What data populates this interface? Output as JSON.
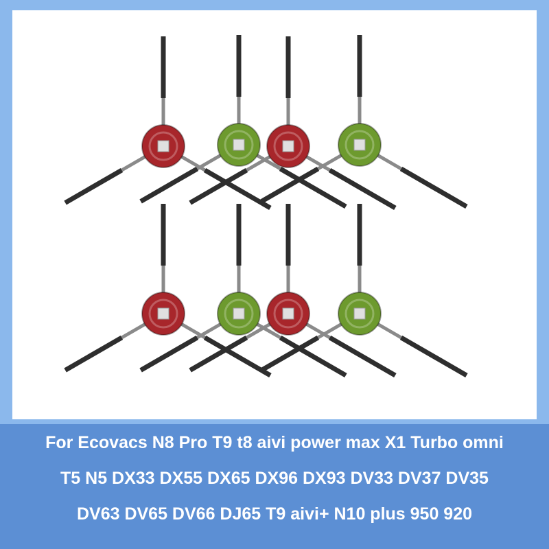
{
  "caption": {
    "lines": [
      "For Ecovacs N8 Pro T9 t8 aivi power max X1 Turbo omni",
      "T5 N5 DX33 DX55 DX65 DX96 DX93 DV33 DV37 DV35",
      "DV63 DV65 DV66 DJ65 T9 aivi+ N10 plus 950 920"
    ]
  },
  "colors": {
    "frame": "#8bb8ec",
    "caption_background": "#5c8fd4",
    "photo_background": "#ffffff",
    "brush_hub_red": "#a8262b",
    "brush_hub_green": "#6d9a2e",
    "brush_arm": "#8a8a8a",
    "brush_bristles": "#2e2e2e"
  },
  "product_photo": {
    "items": [
      {
        "item": "side-brush",
        "hub_color": "red"
      },
      {
        "item": "side-brush",
        "hub_color": "green"
      },
      {
        "item": "side-brush",
        "hub_color": "red"
      },
      {
        "item": "side-brush",
        "hub_color": "green"
      },
      {
        "item": "side-brush",
        "hub_color": "red"
      },
      {
        "item": "side-brush",
        "hub_color": "green"
      },
      {
        "item": "side-brush",
        "hub_color": "red"
      },
      {
        "item": "side-brush",
        "hub_color": "green"
      }
    ]
  }
}
